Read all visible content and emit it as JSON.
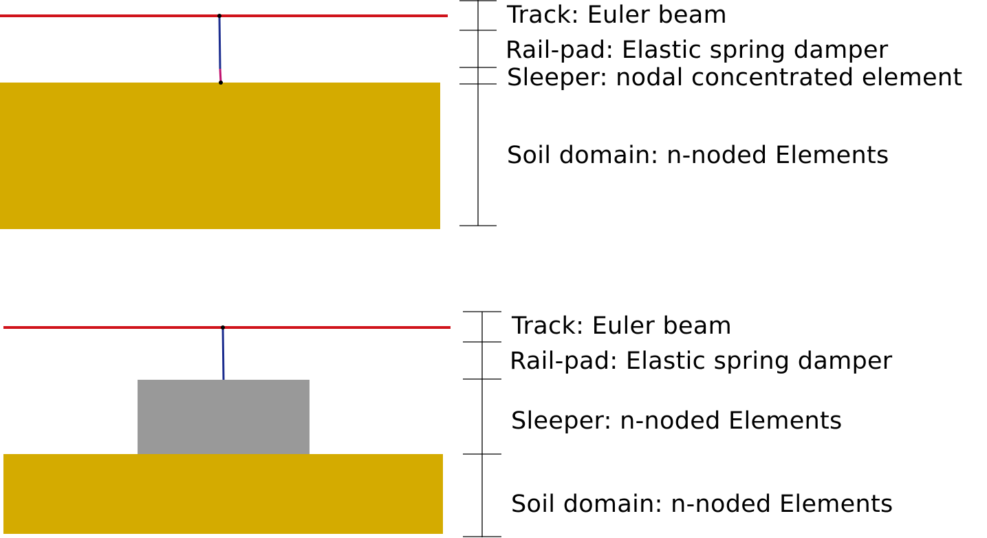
{
  "colors": {
    "rail": "#d0131b",
    "railpad_top": "#1c2d8f",
    "railpad_bottom": "#c0126e",
    "soil": "#d4ab00",
    "sleeper_block": "#999999",
    "scale_line": "#000000"
  },
  "top_model": {
    "labels": {
      "track": "Track: Euler beam",
      "railpad": "Rail-pad: Elastic spring damper",
      "sleeper": "Sleeper: nodal concentrated element",
      "soil": "Soil domain: n-noded Elements"
    }
  },
  "bottom_model": {
    "labels": {
      "track": "Track: Euler beam",
      "railpad": "Rail-pad: Elastic spring damper",
      "sleeper": "Sleeper: n-noded Elements",
      "soil": "Soil domain: n-noded Elements"
    }
  }
}
